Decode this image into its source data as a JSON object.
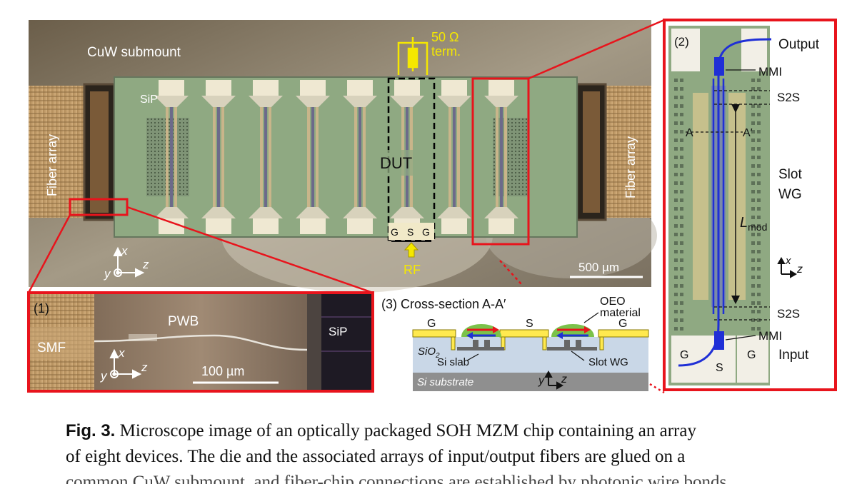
{
  "main_photo": {
    "submount_label": "CuW submount",
    "sip_label": "SiP",
    "fiber_left": "Fiber array",
    "fiber_right": "Fiber array",
    "dut_label": "DUT",
    "term_line1": "50 Ω",
    "term_line2": "term.",
    "pads": [
      "G",
      "S",
      "G"
    ],
    "rf_label": "RF",
    "scale_bar": "500 µm",
    "axis_x": "x",
    "axis_y": "y",
    "axis_z": "z"
  },
  "inset1": {
    "label": "(1)",
    "smf": "SMF",
    "pwb": "PWB",
    "sip": "SiP",
    "scale_bar": "100 µm",
    "axis_x": "x",
    "axis_y": "y",
    "axis_z": "z"
  },
  "inset2": {
    "label": "(2)",
    "output": "Output",
    "mmi_top": "MMI",
    "s2s_top": "S2S",
    "a_left": "A",
    "a_right": "A′",
    "slot_wg_1": "Slot",
    "slot_wg_2": "WG",
    "l_mod": "L",
    "l_mod_sub": "mod",
    "s2s_bottom": "S2S",
    "mmi_bottom": "MMI",
    "input": "Input",
    "g_left": "G",
    "s": "S",
    "g_right": "G",
    "axis_x": "x",
    "axis_z": "z"
  },
  "inset3": {
    "title": "(3) Cross-section A-A′",
    "oeo_1": "OEO",
    "oeo_2": "material",
    "g_left": "G",
    "s": "S",
    "g_right": "G",
    "sio2": "SiO",
    "sio2_sub": "2",
    "si_slab": "Si slab",
    "slot_wg": "Slot WG",
    "substrate": "Si substrate",
    "axis_y": "y",
    "axis_z": "z"
  },
  "caption": {
    "fig_label": "Fig. 3.",
    "line1": "Microscope image of an optically packaged SOH MZM chip containing an array",
    "line2": "of eight devices. The die and the associated arrays of input/output fibers are glued on a",
    "line3": "common CuW submount, and fiber-chip connections are established by photonic wire bonds"
  },
  "colors": {
    "highlight_red": "#e8141c",
    "annotation_yellow": "#f5e800",
    "chip_green": "#8fa982",
    "waveguide_blue": "#1f2fd6",
    "oeo_green": "#7bc24a"
  }
}
